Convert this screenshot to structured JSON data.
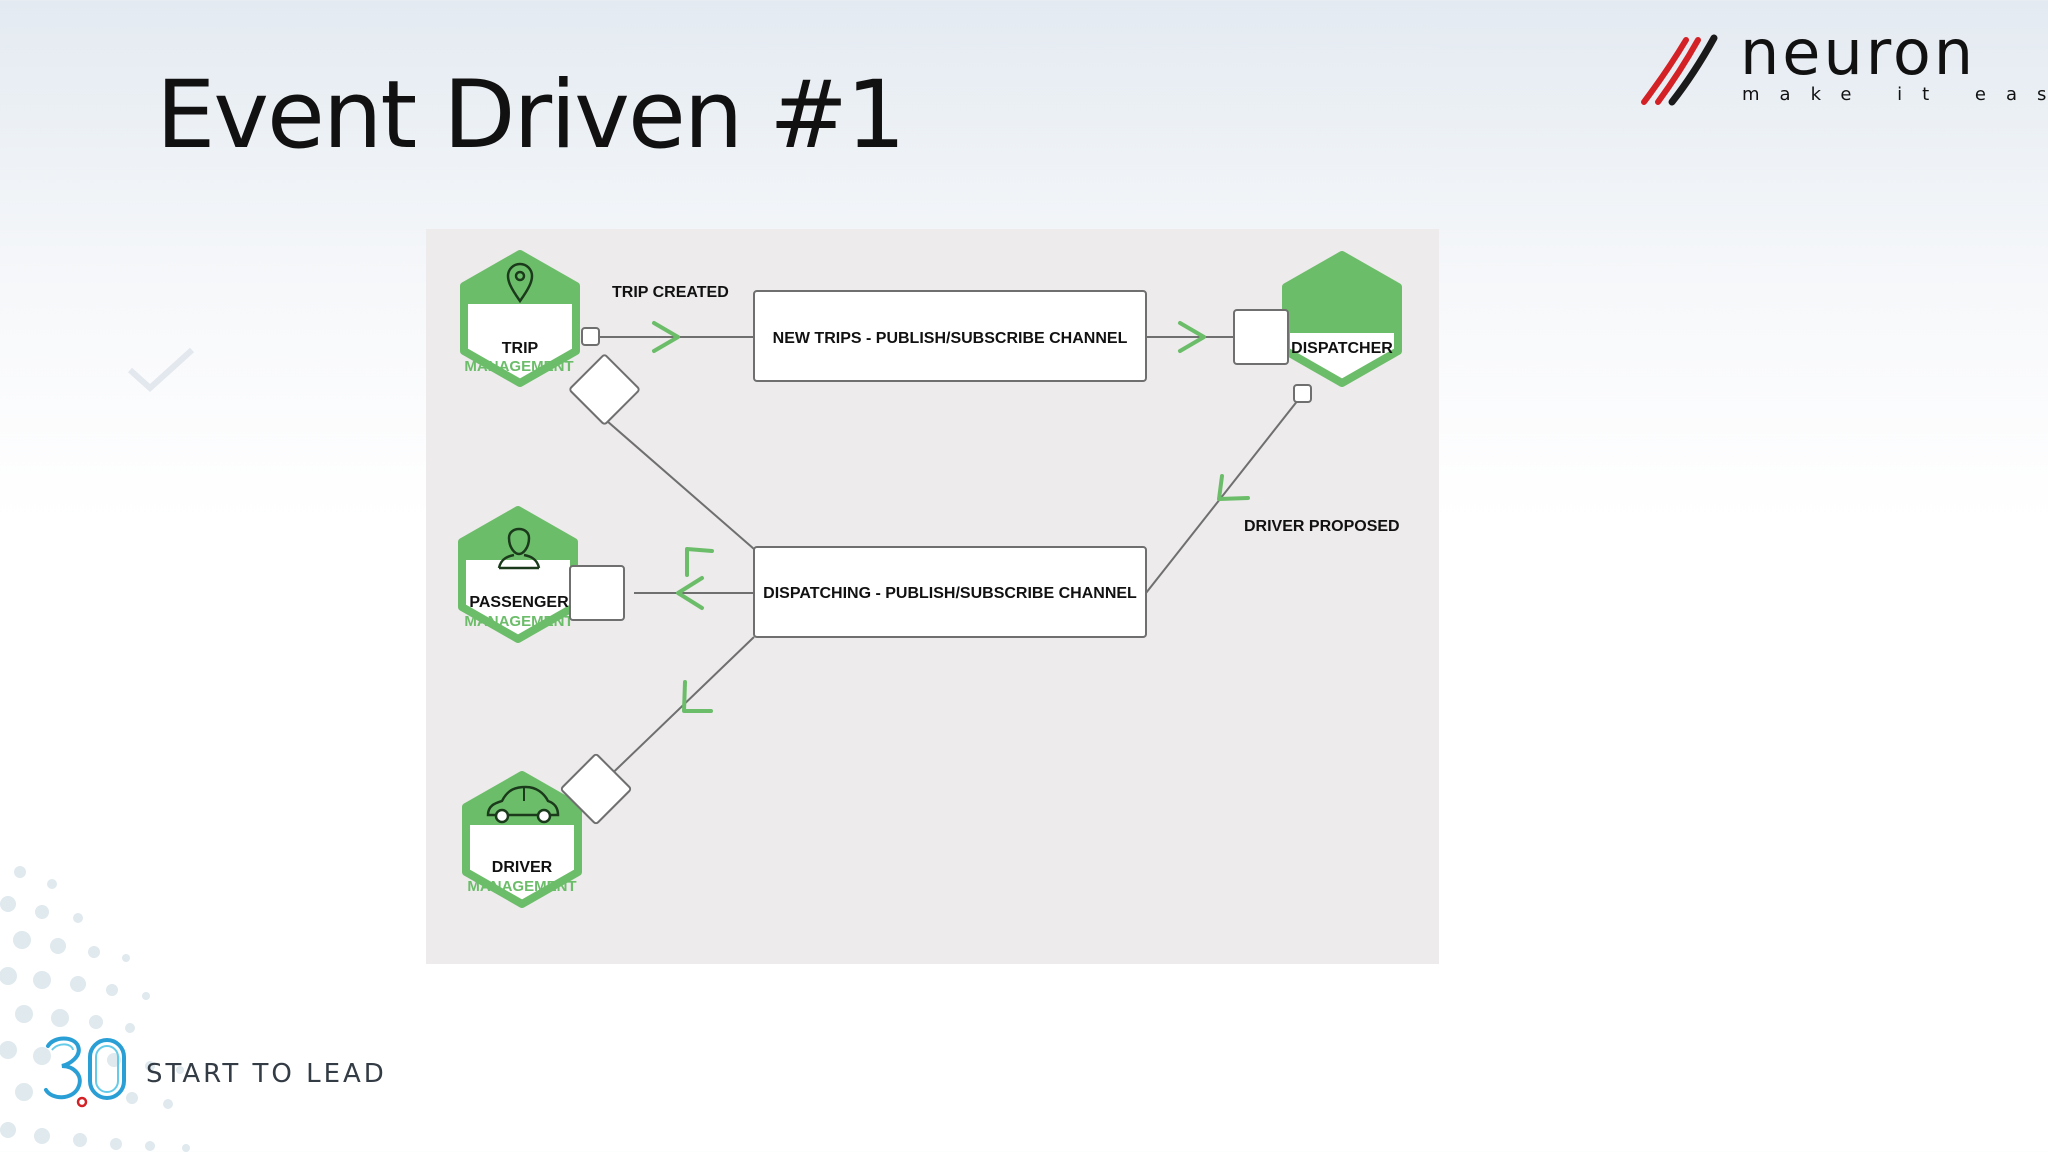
{
  "slide": {
    "title": "Event Driven #1"
  },
  "logo": {
    "name": "neuron",
    "tagline": "make it easy"
  },
  "footer": {
    "badge": "3.0",
    "text": "START TO LEAD"
  },
  "diagram": {
    "services": {
      "trip": {
        "line1": "TRIP",
        "line2": "MANAGEMENT",
        "icon": "location-pin-icon"
      },
      "passenger": {
        "line1": "PASSENGER",
        "line2": "MANAGEMENT",
        "icon": "person-icon"
      },
      "driver": {
        "line1": "DRIVER",
        "line2": "MANAGEMENT",
        "icon": "car-icon"
      },
      "dispatcher": {
        "line1": "DISPATCHER",
        "line2": ""
      }
    },
    "channels": {
      "new_trips": "NEW TRIPS - PUBLISH/SUBSCRIBE CHANNEL",
      "dispatching": "DISPATCHING - PUBLISH/SUBSCRIBE CHANNEL"
    },
    "events": {
      "trip_created": "TRIP CREATED",
      "driver_proposed": "DRIVER PROPOSED"
    },
    "colors": {
      "hex_green": "#6cbd6a",
      "panel_bg": "#edebeb",
      "line": "#6f6f6f"
    }
  }
}
